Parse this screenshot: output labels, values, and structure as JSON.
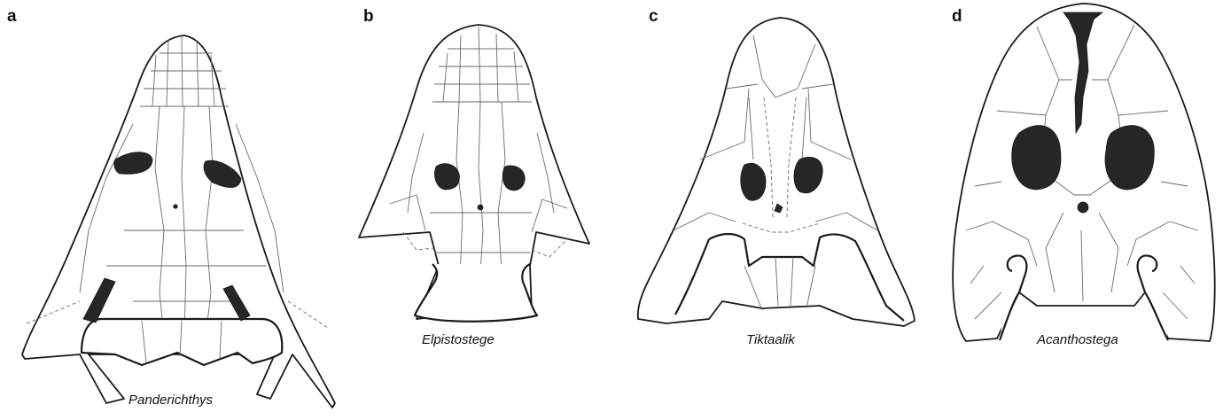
{
  "figure": {
    "panels": [
      {
        "id": "a",
        "label": "a",
        "species": "Panderichthys"
      },
      {
        "id": "b",
        "label": "b",
        "species": "Elpistostege"
      },
      {
        "id": "c",
        "label": "c",
        "species": "Tiktaalik"
      },
      {
        "id": "d",
        "label": "d",
        "species": "Acanthostega"
      }
    ],
    "colors": {
      "line": "#1a1a1a",
      "suture": "#6a6a6a",
      "orbit_fill": "#262626",
      "background": "#ffffff"
    }
  }
}
